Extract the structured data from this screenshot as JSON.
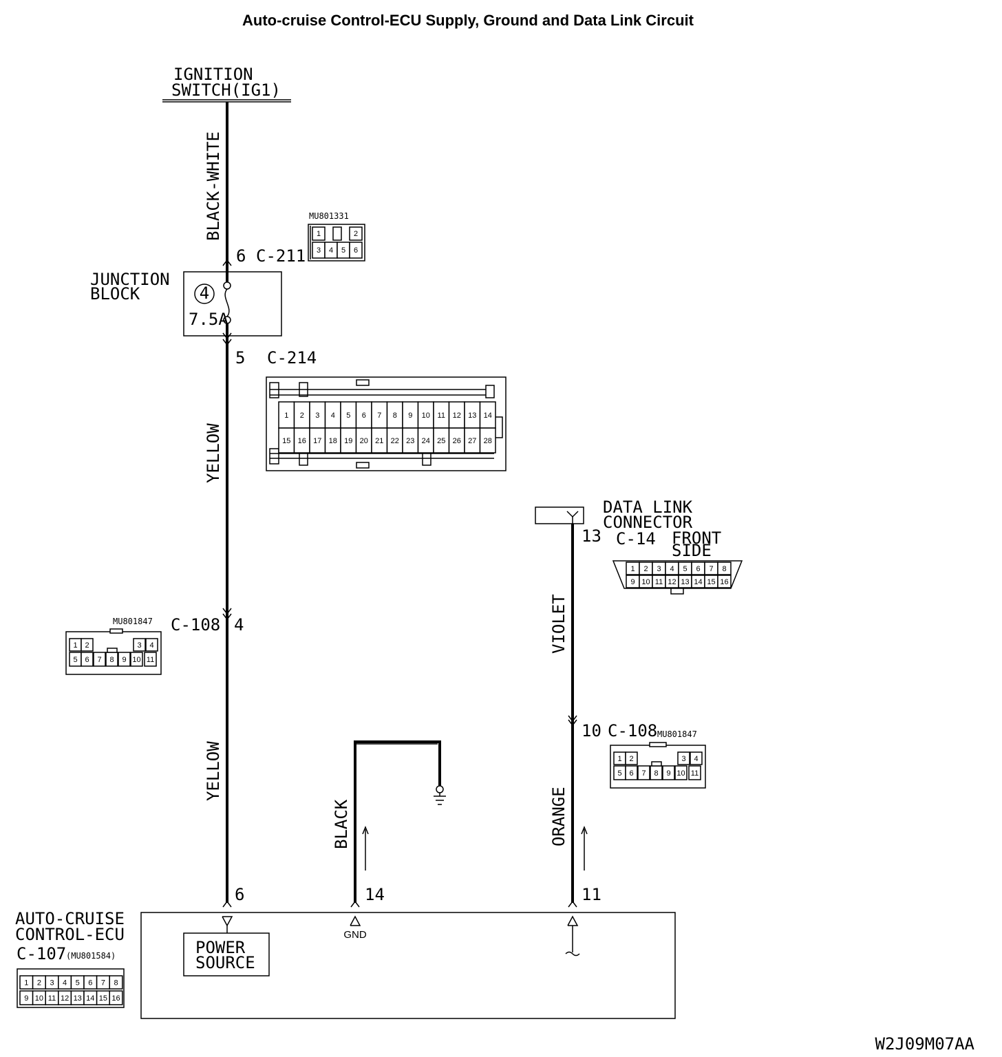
{
  "title": "Auto-cruise Control-ECU Supply, Ground and Data Link Circuit",
  "ignition": {
    "line1": "IGNITION",
    "line2": "SWITCH(IG1)"
  },
  "wires": {
    "black_white": "BLACK-WHITE",
    "yellow_upper": "YELLOW",
    "yellow_lower": "YELLOW",
    "black": "BLACK",
    "violet": "VIOLET",
    "orange": "ORANGE"
  },
  "junction_block": {
    "line1": "JUNCTION",
    "line2": "BLOCK",
    "fuse_number": "4",
    "fuse_rating": "7.5A"
  },
  "c211": {
    "pin": "6",
    "name": "C-211",
    "part": "MU801331",
    "pins_top": [
      "1",
      "2"
    ],
    "pins_bottom": [
      "3",
      "4",
      "5",
      "6"
    ]
  },
  "c214": {
    "pin": "5",
    "name": "C-214",
    "pins_top": [
      "1",
      "2",
      "3",
      "4",
      "5",
      "6",
      "7",
      "8",
      "9",
      "10",
      "11",
      "12",
      "13",
      "14"
    ],
    "pins_bottom": [
      "15",
      "16",
      "17",
      "18",
      "19",
      "20",
      "21",
      "22",
      "23",
      "24",
      "25",
      "26",
      "27",
      "28"
    ]
  },
  "c108_left": {
    "name": "C-108",
    "pin": "4",
    "part": "MU801847",
    "pins_top": [
      "1",
      "2",
      "3",
      "4"
    ],
    "pins_bottom": [
      "5",
      "6",
      "7",
      "8",
      "9",
      "10",
      "11"
    ]
  },
  "dlc": {
    "line1": "DATA LINK",
    "line2": "CONNECTOR",
    "pin": "13",
    "name": "C-14",
    "side1": "FRONT",
    "side2": "SIDE",
    "pins_top": [
      "1",
      "2",
      "3",
      "4",
      "5",
      "6",
      "7",
      "8"
    ],
    "pins_bottom": [
      "9",
      "10",
      "11",
      "12",
      "13",
      "14",
      "15",
      "16"
    ]
  },
  "c108_right": {
    "pin": "10",
    "name": "C-108",
    "part": "MU801847",
    "pins_top": [
      "1",
      "2",
      "3",
      "4"
    ],
    "pins_bottom": [
      "5",
      "6",
      "7",
      "8",
      "9",
      "10",
      "11"
    ]
  },
  "ecu": {
    "line1": "AUTO-CRUISE",
    "line2": "CONTROL-ECU",
    "name": "C-107",
    "part": "(MU801584)",
    "pin_power": "6",
    "pin_gnd": "14",
    "pin_data": "11",
    "gnd_label": "GND",
    "power_line1": "POWER",
    "power_line2": "SOURCE",
    "pins_top": [
      "1",
      "2",
      "3",
      "4",
      "5",
      "6",
      "7",
      "8"
    ],
    "pins_bottom": [
      "9",
      "10",
      "11",
      "12",
      "13",
      "14",
      "15",
      "16"
    ]
  },
  "figure_code": "W2J09M07AA"
}
